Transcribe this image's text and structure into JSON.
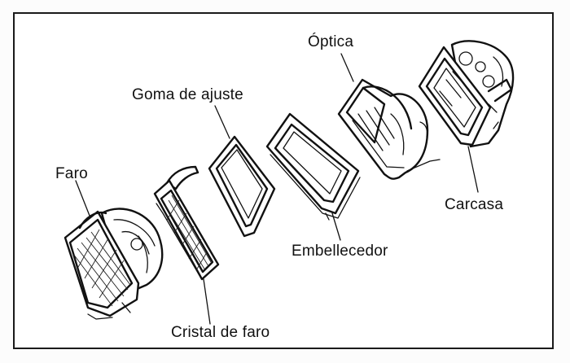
{
  "labels": {
    "faro": "Faro",
    "goma": "Goma de ajuste",
    "optica": "Óptica",
    "carcasa": "Carcasa",
    "embellecedor": "Embellecedor",
    "cristal": "Cristal de faro"
  },
  "colors": {
    "ink": "#111111",
    "paper": "#ffffff"
  }
}
